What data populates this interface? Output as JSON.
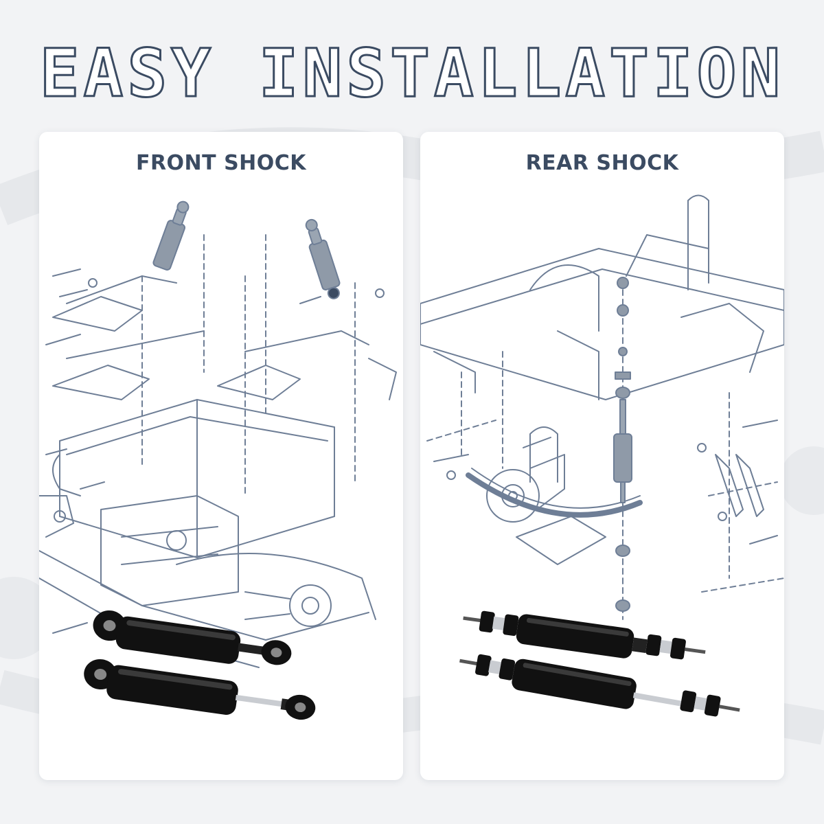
{
  "headline": "EASY INSTALLATION",
  "panels": [
    {
      "title": "FRONT SHOCK",
      "diagram_icon": "front-suspension-exploded-diagram",
      "product_icon": "front-shock-absorber-pair"
    },
    {
      "title": "REAR SHOCK",
      "diagram_icon": "rear-suspension-exploded-diagram",
      "product_icon": "rear-shock-absorber-pair"
    }
  ],
  "colors": {
    "background": "#f2f3f5",
    "card": "#ffffff",
    "heading": "#3b4b62",
    "line_art": "#6e7e96",
    "highlight": "#8f9aa8",
    "shock_body": "#111111",
    "chrome": "#c9ccd1"
  }
}
